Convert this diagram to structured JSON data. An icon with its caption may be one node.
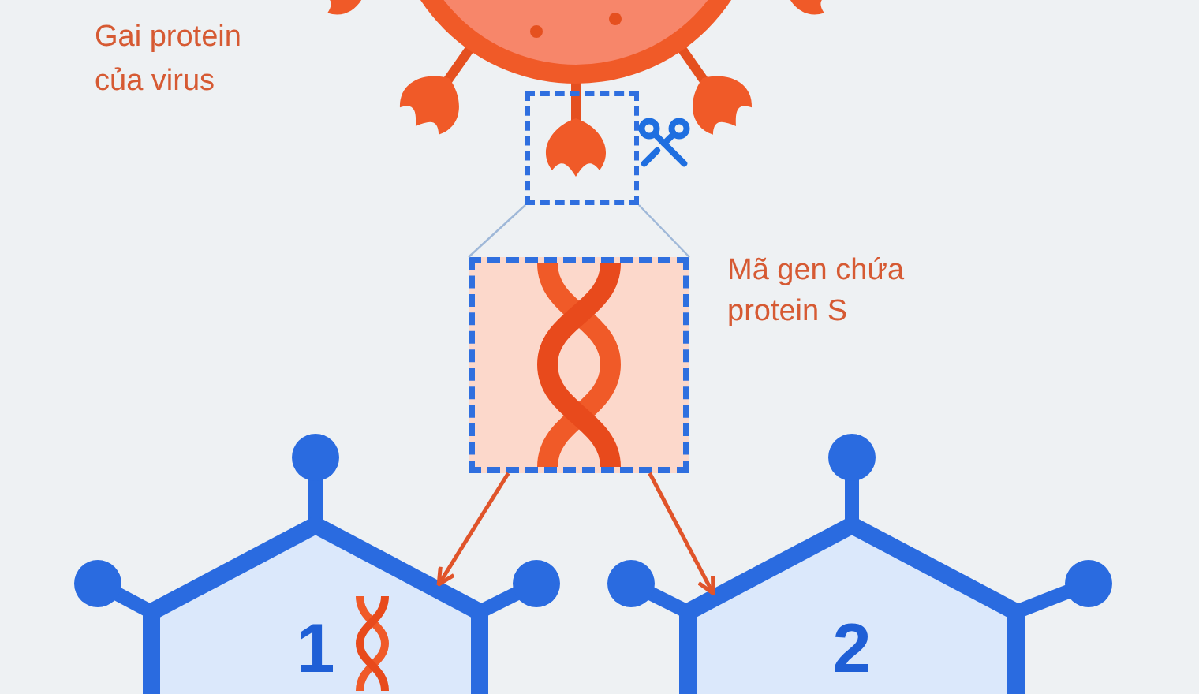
{
  "diagram": {
    "nodes": [
      {
        "text": [],
        "shape": "picture"
      },
      {
        "text": [],
        "shape": "box"
      },
      {
        "text": [],
        "shape": "picture",
        "beside": [
          "Mã gen chứa protein S"
        ]
      },
      {
        "text": [
          "1"
        ]
      },
      {
        "text": [
          "2"
        ]
      }
    ],
    "edges": [
      {
        "from": 1,
        "to": 2,
        "arrow": "none",
        "color": "#9fb8d8"
      },
      {
        "from": 1,
        "to": 2,
        "arrow": "none",
        "color": "#9fb8d8"
      },
      {
        "from": 2,
        "to": 3,
        "arrow": "to",
        "color": "#e0542a"
      },
      {
        "from": 2,
        "to": 4,
        "arrow": "to",
        "color": "#e0542a"
      }
    ],
    "labels": [
      "Gai protein của virus"
    ]
  }
}
